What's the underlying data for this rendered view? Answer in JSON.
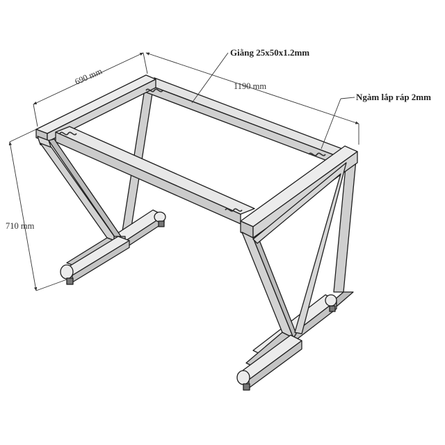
{
  "dimensions": {
    "depth": "690 mm",
    "length": "1190 mm",
    "height": "710 mm"
  },
  "annotations": {
    "brace": "Giằng 25x50x1.2mm",
    "joint": "Ngàm lắp ráp 2mm"
  },
  "colors": {
    "steel_top": "#ececec",
    "steel_side": "#d2d2d2",
    "steel_front": "#c4c4c4",
    "outline": "#1e1e1e",
    "dimension_line": "#333333"
  },
  "icons": [
    "wavy-joint-icon",
    "leveling-foot-icon"
  ]
}
